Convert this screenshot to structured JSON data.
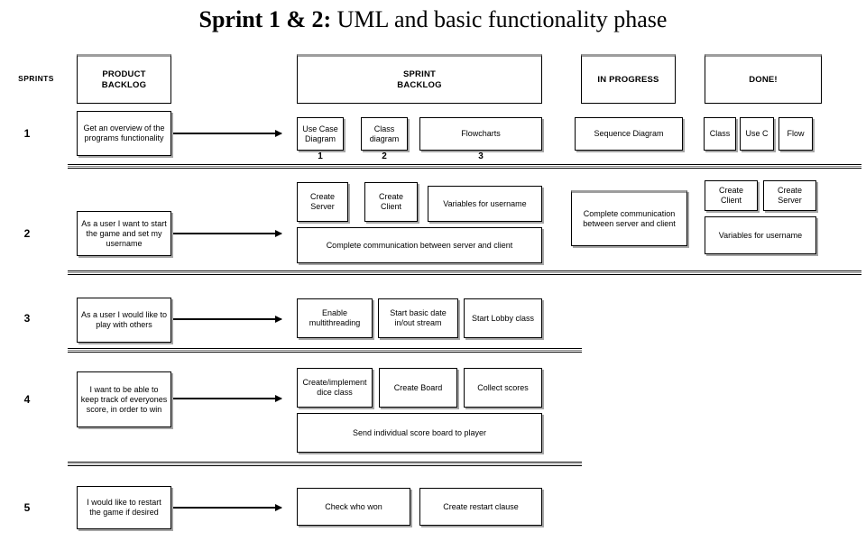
{
  "title": {
    "bold_part": "Sprint 1 & 2:",
    "rest_part": " UML and basic functionality phase"
  },
  "left_axis": {
    "label": "SPRINTS",
    "row_numbers": [
      "1",
      "2",
      "3",
      "4",
      "5"
    ]
  },
  "columns": [
    {
      "id": "product-backlog",
      "label": "PRODUCT\nBACKLOG",
      "line1": "PRODUCT",
      "line2": "BACKLOG"
    },
    {
      "id": "sprint-backlog",
      "label": "SPRINT\nBACKLOG",
      "line1": "SPRINT",
      "line2": "BACKLOG"
    },
    {
      "id": "in-progress",
      "label": "IN PROGRESS",
      "line1": "IN PROGRESS",
      "line2": ""
    },
    {
      "id": "done",
      "label": "DONE!",
      "line1": "DONE!",
      "line2": ""
    }
  ],
  "rows": [
    {
      "number": "1",
      "product_backlog": "Get an overview of the programs functionality",
      "sprint_backlog": [
        {
          "text": "Use Case Diagram",
          "index": "1"
        },
        {
          "text": "Class diagram",
          "index": "2"
        },
        {
          "text": "Flowcharts",
          "index": "3"
        }
      ],
      "in_progress": [
        "Sequence Diagram"
      ],
      "done": [
        "Class",
        "Use C",
        "Flow"
      ]
    },
    {
      "number": "2",
      "product_backlog": "As a user I want to start the game and set my username",
      "sprint_backlog": [
        {
          "text": "Create Server",
          "index": ""
        },
        {
          "text": "Create Client",
          "index": ""
        },
        {
          "text": "Variables for username",
          "index": ""
        },
        {
          "text": "Complete communication between server and client",
          "index": ""
        }
      ],
      "in_progress": [
        "Complete communication between server and client"
      ],
      "done": [
        "Create Client",
        "Create Server",
        "Variables for username"
      ]
    },
    {
      "number": "3",
      "product_backlog": "As a user I would like to play with others",
      "sprint_backlog": [
        {
          "text": "Enable multithreading",
          "index": ""
        },
        {
          "text": "Start basic date in/out stream",
          "index": ""
        },
        {
          "text": "Start Lobby class",
          "index": ""
        }
      ],
      "in_progress": [],
      "done": []
    },
    {
      "number": "4",
      "product_backlog": "I want to be able to keep track of everyones score, in order to win",
      "sprint_backlog": [
        {
          "text": "Create/implement dice class",
          "index": ""
        },
        {
          "text": "Create Board",
          "index": ""
        },
        {
          "text": "Collect scores",
          "index": ""
        },
        {
          "text": "Send individual score board to player",
          "index": ""
        }
      ],
      "in_progress": [],
      "done": []
    },
    {
      "number": "5",
      "product_backlog": "I would like to restart the game if desired",
      "sprint_backlog": [
        {
          "text": "Check who won",
          "index": ""
        },
        {
          "text": "Create restart clause",
          "index": ""
        }
      ],
      "in_progress": [],
      "done": []
    }
  ],
  "colors": {
    "ink": "#000000",
    "shadow": "#a6a6a6",
    "rule_grey": "#8d8d8d",
    "background": "#ffffff"
  }
}
